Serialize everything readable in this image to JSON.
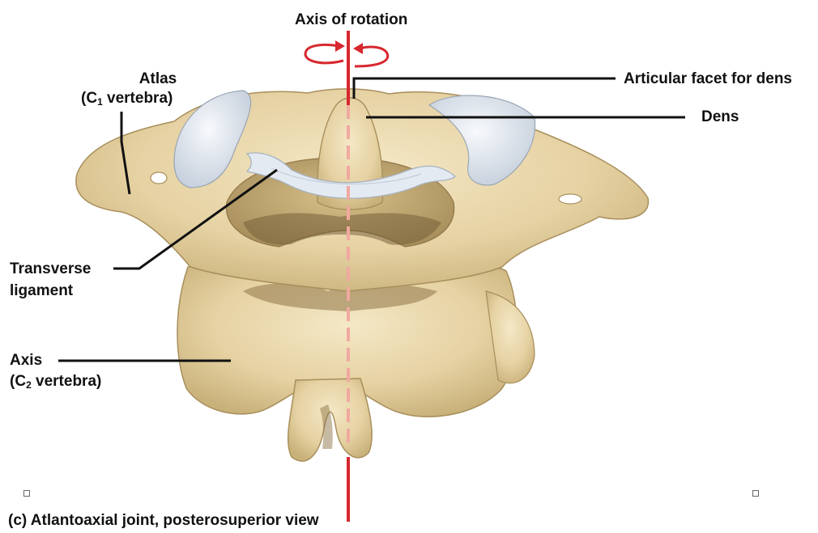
{
  "labels": {
    "axis_of_rotation": "Axis of rotation",
    "atlas_line1": "Atlas",
    "atlas_line2_prefix": "(C",
    "atlas_sub": "1",
    "atlas_line2_suffix": " vertebra)",
    "articular_facet": "Articular facet for dens",
    "dens": "Dens",
    "transverse_line1": "Transverse",
    "transverse_line2": "ligament",
    "axis_line1": "Axis",
    "axis_line2_prefix": "(C",
    "axis_sub": "2",
    "axis_line2_suffix": " vertebra)"
  },
  "caption": "(c) Atlantoaxial joint, posterosuperior view",
  "colors": {
    "bone": "#e6d2a3",
    "bone_shadow": "#b9a06a",
    "bone_highlight": "#f4e8c6",
    "cartilage": "#e9eef5",
    "ligament": "#dfe6ef",
    "axis_line": "#d7282f",
    "axis_line_dashed": "#f0a9a0",
    "leader": "#111111"
  }
}
